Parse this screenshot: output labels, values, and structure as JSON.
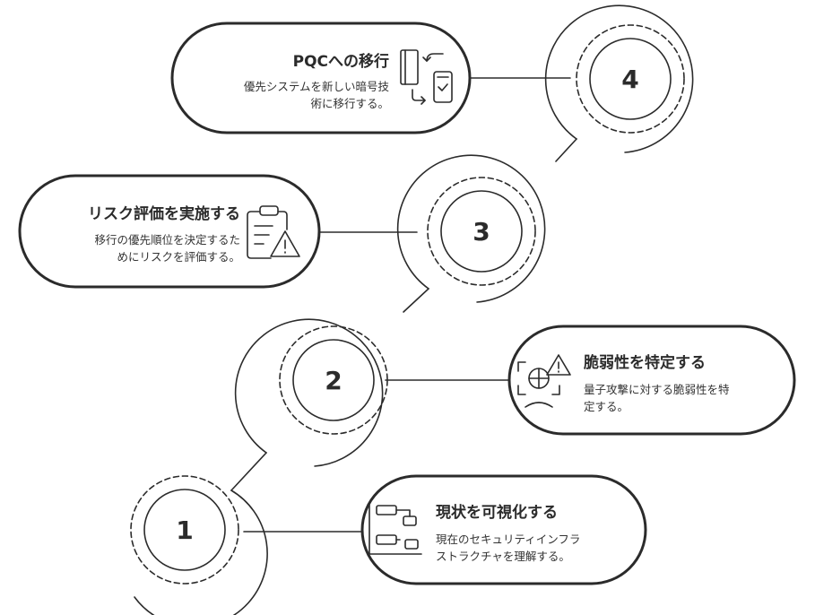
{
  "steps": [
    {
      "number": "1",
      "title": "現状を可視化する",
      "desc_line1": "現在のセキュリティインフラ",
      "desc_line2": "ストラクチャを理解する。",
      "icon": "hierarchy-chart-icon"
    },
    {
      "number": "2",
      "title": "脆弱性を特定する",
      "desc_line1": "量子攻撃に対する脆弱性を特",
      "desc_line2": "定する。",
      "icon": "vulnerability-scan-icon"
    },
    {
      "number": "3",
      "title": "リスク評価を実施する",
      "desc_line1": "移行の優先順位を決定するた",
      "desc_line2": "めにリスクを評価する。",
      "icon": "clipboard-warning-icon"
    },
    {
      "number": "4",
      "title": "PQCへの移行",
      "desc_line1": "優先システムを新しい暗号技",
      "desc_line2": "術に移行する。",
      "icon": "migration-devices-icon"
    }
  ],
  "colors": {
    "stroke": "#2b2b2b",
    "background": "#ffffff"
  }
}
